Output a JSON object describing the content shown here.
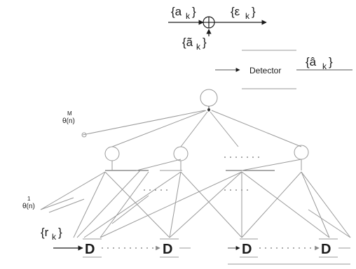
{
  "labels": {
    "a_k": "{a",
    "a_k_sub": "k",
    "a_k_close": "}",
    "eps_k": "{ε",
    "eps_k_sub": "k",
    "eps_k_close": "}",
    "a_tilde_k": "{ã",
    "a_tilde_k_sub": "k",
    "a_tilde_k_close": "}",
    "detector": "Detector",
    "a_hat_k": "{â",
    "a_hat_k_sub": "k",
    "a_hat_k_close": "}",
    "theta_M": "θ(n)",
    "theta_M_sup": "M",
    "theta_1": "θ(n)",
    "theta_1_sup": "1",
    "r_k": "{r",
    "r_k_sub": "k",
    "r_k_close": "}",
    "delay": "D"
  }
}
